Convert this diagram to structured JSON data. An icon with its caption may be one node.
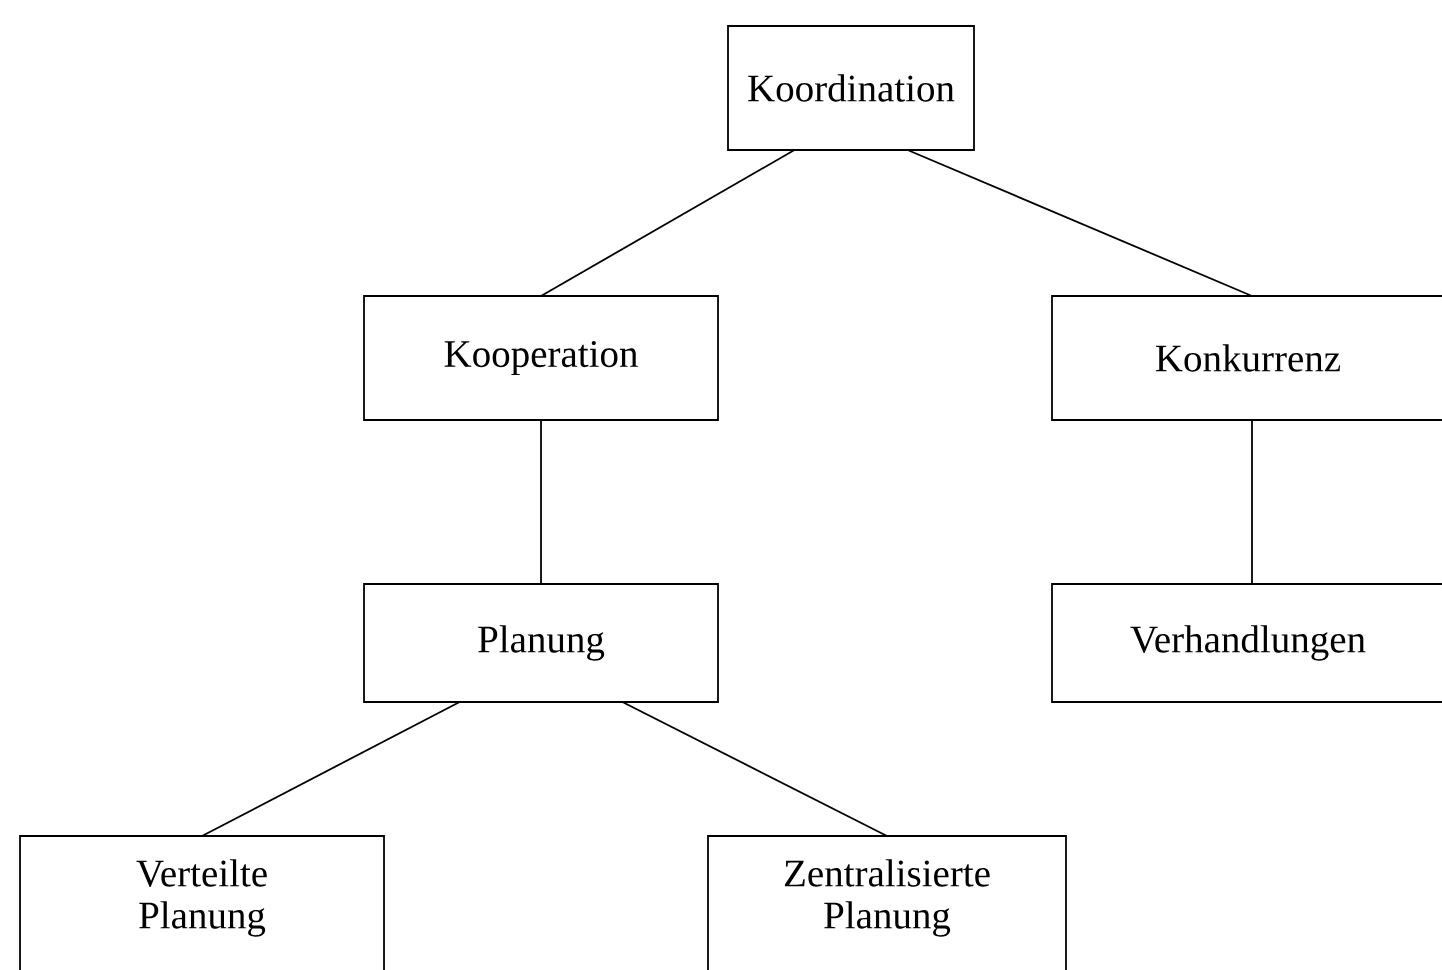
{
  "diagram": {
    "nodes": [
      {
        "text": [
          "Koordination"
        ]
      },
      {
        "text": [
          "Kooperation"
        ]
      },
      {
        "text": [
          "Konkurrenz"
        ]
      },
      {
        "text": [
          "Planung"
        ]
      },
      {
        "text": [
          "Verhandlungen"
        ]
      },
      {
        "text": [
          "Verteilte Planung"
        ]
      },
      {
        "text": [
          "Zentralisierte Planung"
        ]
      }
    ],
    "edges": [
      {
        "from": 0,
        "to": 1,
        "arrow": "none"
      },
      {
        "from": 0,
        "to": 2,
        "arrow": "none"
      },
      {
        "from": 1,
        "to": 3,
        "arrow": "none"
      },
      {
        "from": 2,
        "to": 4,
        "arrow": "none"
      },
      {
        "from": 3,
        "to": 5,
        "arrow": "none"
      },
      {
        "from": 3,
        "to": 6,
        "arrow": "none"
      }
    ]
  }
}
